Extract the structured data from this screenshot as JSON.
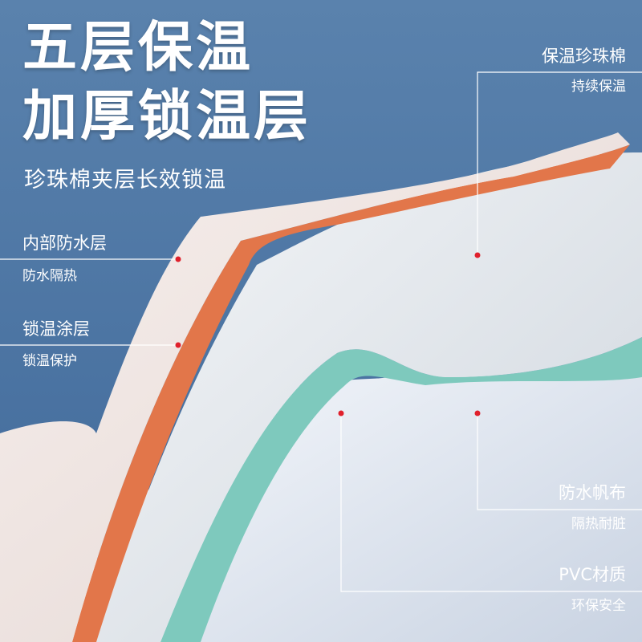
{
  "headline": {
    "line1": "五层保温",
    "line2": "加厚锁温层",
    "subtitle": "珍珠棉夹层长效锁温"
  },
  "labels": {
    "waterproof_inner": {
      "title": "内部防水层",
      "desc": "防水隔热"
    },
    "thermal_coating": {
      "title": "锁温涂层",
      "desc": "锁温保护"
    },
    "pearl_cotton": {
      "title": "保温珍珠棉",
      "desc": "持续保温"
    },
    "canvas": {
      "title": "防水帆布",
      "desc": "隔热耐脏"
    },
    "pvc": {
      "title": "PVC材质",
      "desc": "环保安全"
    }
  },
  "colors": {
    "background": "#4f78a6",
    "text": "#ffffff",
    "marker": "#e0202c",
    "layer_pink": "#f2e7e4",
    "layer_orange": "#e2764a",
    "layer_foam": "#e8ecef",
    "layer_teal": "#7ec9bd",
    "layer_canvas": "#e6ebf3"
  }
}
